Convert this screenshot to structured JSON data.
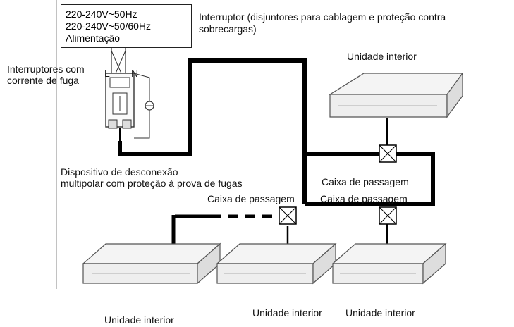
{
  "power_supply": {
    "line1": "220-240V~50Hz",
    "line2": "220-240V~50/60Hz",
    "line3": "Alimentação"
  },
  "labels": {
    "breaker": "Interruptor (disjuntores para cablagem e proteção contra",
    "breaker_line2": "sobrecargas)",
    "leakage_switch_l1": "Interruptores com",
    "leakage_switch_l2": "corrente de fuga",
    "terminal_l": "L",
    "terminal_n": "N",
    "disconnect_l1": "Dispositivo de desconexão",
    "disconnect_l2": "multipolar com proteção à prova de fugas",
    "junction_box_a": "Caixa de passagem",
    "junction_box_b": "Caixa de passagem",
    "junction_box_c": "Caixa de passagem",
    "indoor_unit_top": "Unidade interior",
    "indoor_unit_left": "Unidade interior",
    "indoor_unit_mid": "Unidade interior",
    "indoor_unit_right": "Unidade interior"
  },
  "colors": {
    "wire": "#000000",
    "unit_outline": "#555555",
    "unit_fill": "#f4f4f4"
  }
}
